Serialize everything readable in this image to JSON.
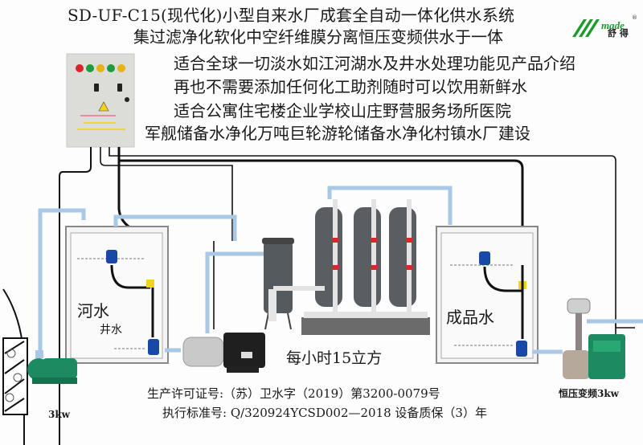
{
  "header": {
    "title_line1": "SD-UF-C15(现代化)小型自来水厂成套全自动一体化供水系统",
    "title_line2": "集过滤净化软化中空纤维膜分离恒压变频供水于一体"
  },
  "features": [
    "适合全球一切淡水如江河湖水及井水处理功能见产品介绍",
    "再也不需要添加任何化工助剂随时可以饮用新鲜水",
    "适合公寓住宅楼企业学校山庄野营服务场所医院",
    "军舰储备水净化万吨巨轮游轮储备水净化村镇水厂建设"
  ],
  "brand": {
    "logo_text": "made",
    "logo_cn": "舒 得",
    "registered_mark": "®",
    "color": "#1e9a2e"
  },
  "components": {
    "raw_tank": {
      "label_main": "河水",
      "label_sub": "井水"
    },
    "product_tank": {
      "label": "成品水"
    },
    "intake_pump": {
      "label": "3kw"
    },
    "booster_pump": {
      "label": "恒压变频3kw"
    },
    "capacity": "每小时15立方",
    "control_box": {
      "indicator_colors": [
        "#d8232a",
        "#1f9a3e",
        "#e8b21a",
        "#1f9a3e",
        "#e8b21a"
      ]
    }
  },
  "footer": {
    "license": "生产许可证号:（苏）卫水字（2019）第3200-0079号",
    "standard": "执行标准号: Q/320924YCSD002—2018 设备质保（3）年"
  },
  "colors": {
    "water_pipe": "#a9c8e6",
    "wire": "#111111",
    "float_switch": "#1848a8",
    "float_clamp": "#f2d318",
    "pump_green": "#1e8a62",
    "vessel_gray": "#5a5d62",
    "valve_red": "#d62a2a"
  }
}
